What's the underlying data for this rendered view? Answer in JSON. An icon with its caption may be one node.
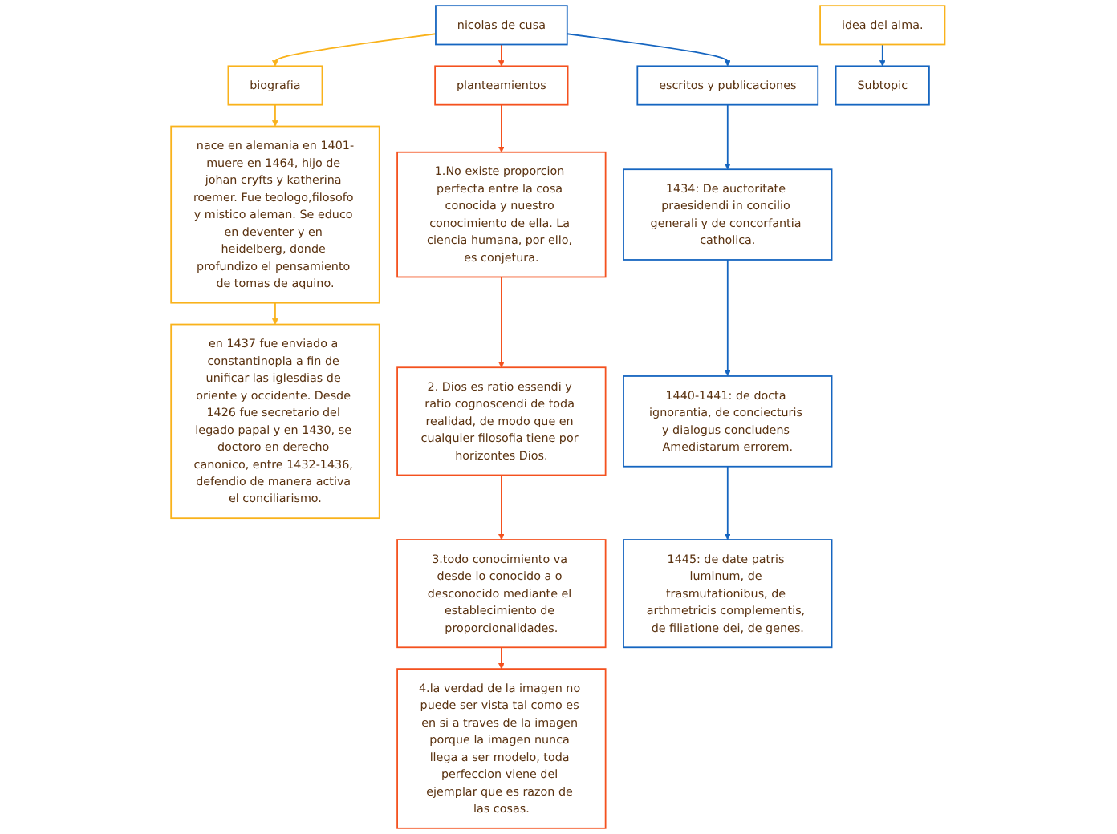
{
  "diagram": {
    "nodes": [
      {
        "text": [
          "nicolas de cusa"
        ]
      },
      {
        "text": [
          "biografia"
        ]
      },
      {
        "text": [
          "planteamientos"
        ]
      },
      {
        "text": [
          "escritos y publicaciones"
        ]
      },
      {
        "text": [
          "nace en alemania en 1401-muere en 1464, hijo de johan cryfts y katherina roemer. Fue teologo,filosofo y mistico aleman. Se educo en deventer y en heidelberg, donde profundizo el pensamiento de tomas de aquino."
        ]
      },
      {
        "text": [
          "en 1437 fue enviado a constantinopla a fin de unificar las iglesdias de oriente y occidente. Desde 1426 fue secretario del legado papal y en 1430, se doctoro en derecho canonico, entre 1432-1436, defendio de manera activa el conciliarismo."
        ]
      },
      {
        "text": [
          "idea del alma."
        ]
      },
      {
        "text": [
          "Subtopic"
        ]
      },
      {
        "text": [
          "1.No existe proporcion perfecta entre la cosa conocida y nuestro conocimiento de ella. La ciencia humana, por ello, es conjetura."
        ]
      },
      {
        "text": [
          "2. Dios es ratio essendi y ratio cognoscendi de toda realidad, de modo que en cualquier filosofia tiene por horizontes Dios."
        ]
      },
      {
        "text": [
          "3.todo conocimiento va desde lo conocido a o desconocido mediante el establecimiento de proporcionalidades."
        ]
      },
      {
        "text": [
          "4.la verdad de la imagen no puede ser vista tal como es en si a traves de la imagen porque la imagen nunca llega a ser modelo, toda perfeccion viene del ejemplar que es razon de las cosas."
        ]
      },
      {
        "text": [
          "1434: De auctoritate praesidendi in concilio generali y de concorfantia catholica."
        ]
      },
      {
        "text": [
          "1440-1441: de docta ignorantia, de conciecturis y dialogus concludens Amedistarum errorem."
        ]
      },
      {
        "text": [
          "1445: de date patris luminum, de trasmutationibus, de arthmetricis complementis, de filiatione dei, de genes."
        ]
      }
    ],
    "edges": [
      {
        "from": 0,
        "to": 1,
        "arrow": "to",
        "color": "#f9b21b"
      },
      {
        "from": 0,
        "to": 2,
        "arrow": "to",
        "color": "#f4511e"
      },
      {
        "from": 0,
        "to": 3,
        "arrow": "to",
        "color": "#1565c0"
      },
      {
        "from": 1,
        "to": 4,
        "arrow": "to",
        "color": "#f9b21b"
      },
      {
        "from": 4,
        "to": 5,
        "arrow": "to",
        "color": "#f9b21b"
      },
      {
        "from": 6,
        "to": 7,
        "arrow": "to",
        "color": "#1565c0"
      },
      {
        "from": 2,
        "to": 8,
        "arrow": "to",
        "color": "#f4511e"
      },
      {
        "from": 8,
        "to": 9,
        "arrow": "to",
        "color": "#f4511e"
      },
      {
        "from": 9,
        "to": 10,
        "arrow": "to",
        "color": "#f4511e"
      },
      {
        "from": 10,
        "to": 11,
        "arrow": "to",
        "color": "#f4511e"
      },
      {
        "from": 3,
        "to": 12,
        "arrow": "to",
        "color": "#1565c0"
      },
      {
        "from": 12,
        "to": 13,
        "arrow": "to",
        "color": "#1565c0"
      },
      {
        "from": 13,
        "to": 14,
        "arrow": "to",
        "color": "#1565c0"
      }
    ]
  }
}
